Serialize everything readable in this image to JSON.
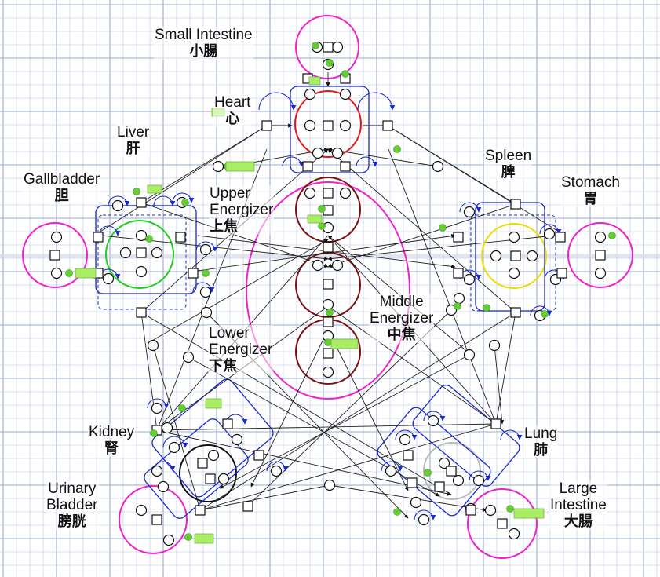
{
  "colors": {
    "grid": "#b8c4e4",
    "grid_major": "#9aa9d6",
    "magenta": "#ee22cc",
    "red": "#e01818",
    "darkred": "#7a1010",
    "green": "#22cc22",
    "yellow": "#eedd00",
    "black": "#111111",
    "blue": "#1a2acc",
    "gray": "#bbbbbb",
    "token": "#66cc33",
    "label_tag": "#aaee66"
  },
  "organs": [
    {
      "key": "small-intestine",
      "en": [
        "Small Intestine"
      ],
      "zh": "小腸"
    },
    {
      "key": "heart",
      "en": [
        "Heart"
      ],
      "zh": "心"
    },
    {
      "key": "liver",
      "en": [
        "Liver"
      ],
      "zh": "肝"
    },
    {
      "key": "gallbladder",
      "en": [
        "Gallbladder"
      ],
      "zh": "胆"
    },
    {
      "key": "spleen",
      "en": [
        "Spleen"
      ],
      "zh": "脾"
    },
    {
      "key": "stomach",
      "en": [
        "Stomach"
      ],
      "zh": "胃"
    },
    {
      "key": "upper-energizer",
      "en": [
        "Upper",
        "Energizer"
      ],
      "zh": "上焦"
    },
    {
      "key": "middle-energizer",
      "en": [
        "Middle",
        "Energizer"
      ],
      "zh": "中焦"
    },
    {
      "key": "lower-energizer",
      "en": [
        "Lower",
        "Energizer"
      ],
      "zh": "下焦"
    },
    {
      "key": "kidney",
      "en": [
        "Kidney"
      ],
      "zh": "腎"
    },
    {
      "key": "lung",
      "en": [
        "Lung"
      ],
      "zh": "肺"
    },
    {
      "key": "urinary-bladder",
      "en": [
        "Urinary",
        "Bladder"
      ],
      "zh": "膀胱"
    },
    {
      "key": "large-intestine",
      "en": [
        "Large",
        "Intestine"
      ],
      "zh": "大腸"
    }
  ]
}
